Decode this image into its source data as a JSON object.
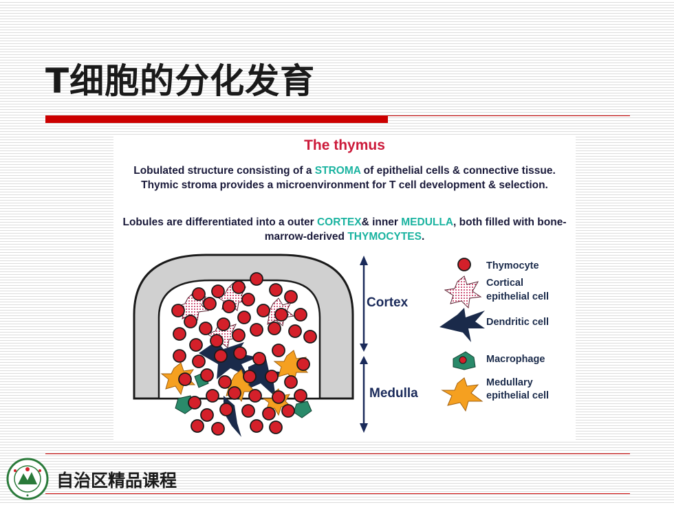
{
  "slide": {
    "title": "T细胞的分化发育",
    "footer": "自治区精品课程"
  },
  "figure": {
    "title": "The thymus",
    "para1": [
      {
        "text": "Lobulated structure consisting of a ",
        "hl": false
      },
      {
        "text": "STROMA",
        "hl": true
      },
      {
        "text": " of epithelial cells & connective tissue. Thymic stroma provides a microenvironment for T cell development & selection.",
        "hl": false
      }
    ],
    "para2": [
      {
        "text": "Lobules are differentiated into a outer ",
        "hl": false
      },
      {
        "text": "CORTEX",
        "hl": true
      },
      {
        "text": "& inner ",
        "hl": false
      },
      {
        "text": "MEDULLA",
        "hl": true
      },
      {
        "text": ", both filled with bone-marrow-derived ",
        "hl": false
      },
      {
        "text": "THYMOCYTES",
        "hl": true
      },
      {
        "text": ".",
        "hl": false
      }
    ],
    "region_cortex": "Cortex",
    "region_medulla": "Medulla",
    "legend": {
      "thymocyte": "Thymocyte",
      "cortical_1": "Cortical",
      "cortical_2": "epithelial cell",
      "dendritic": "Dendritic cell",
      "macrophage": "Macrophage",
      "medullary_1": "Medullary",
      "medullary_2": "epithelial cell"
    }
  },
  "colors": {
    "accent_red": "#cc0000",
    "highlight_teal": "#1ab3a0",
    "thymocyte_red": "#d4202a",
    "medullary_orange": "#f5a020",
    "dendritic_navy": "#1a2a4a",
    "macrophage_green": "#2a8a6a"
  }
}
